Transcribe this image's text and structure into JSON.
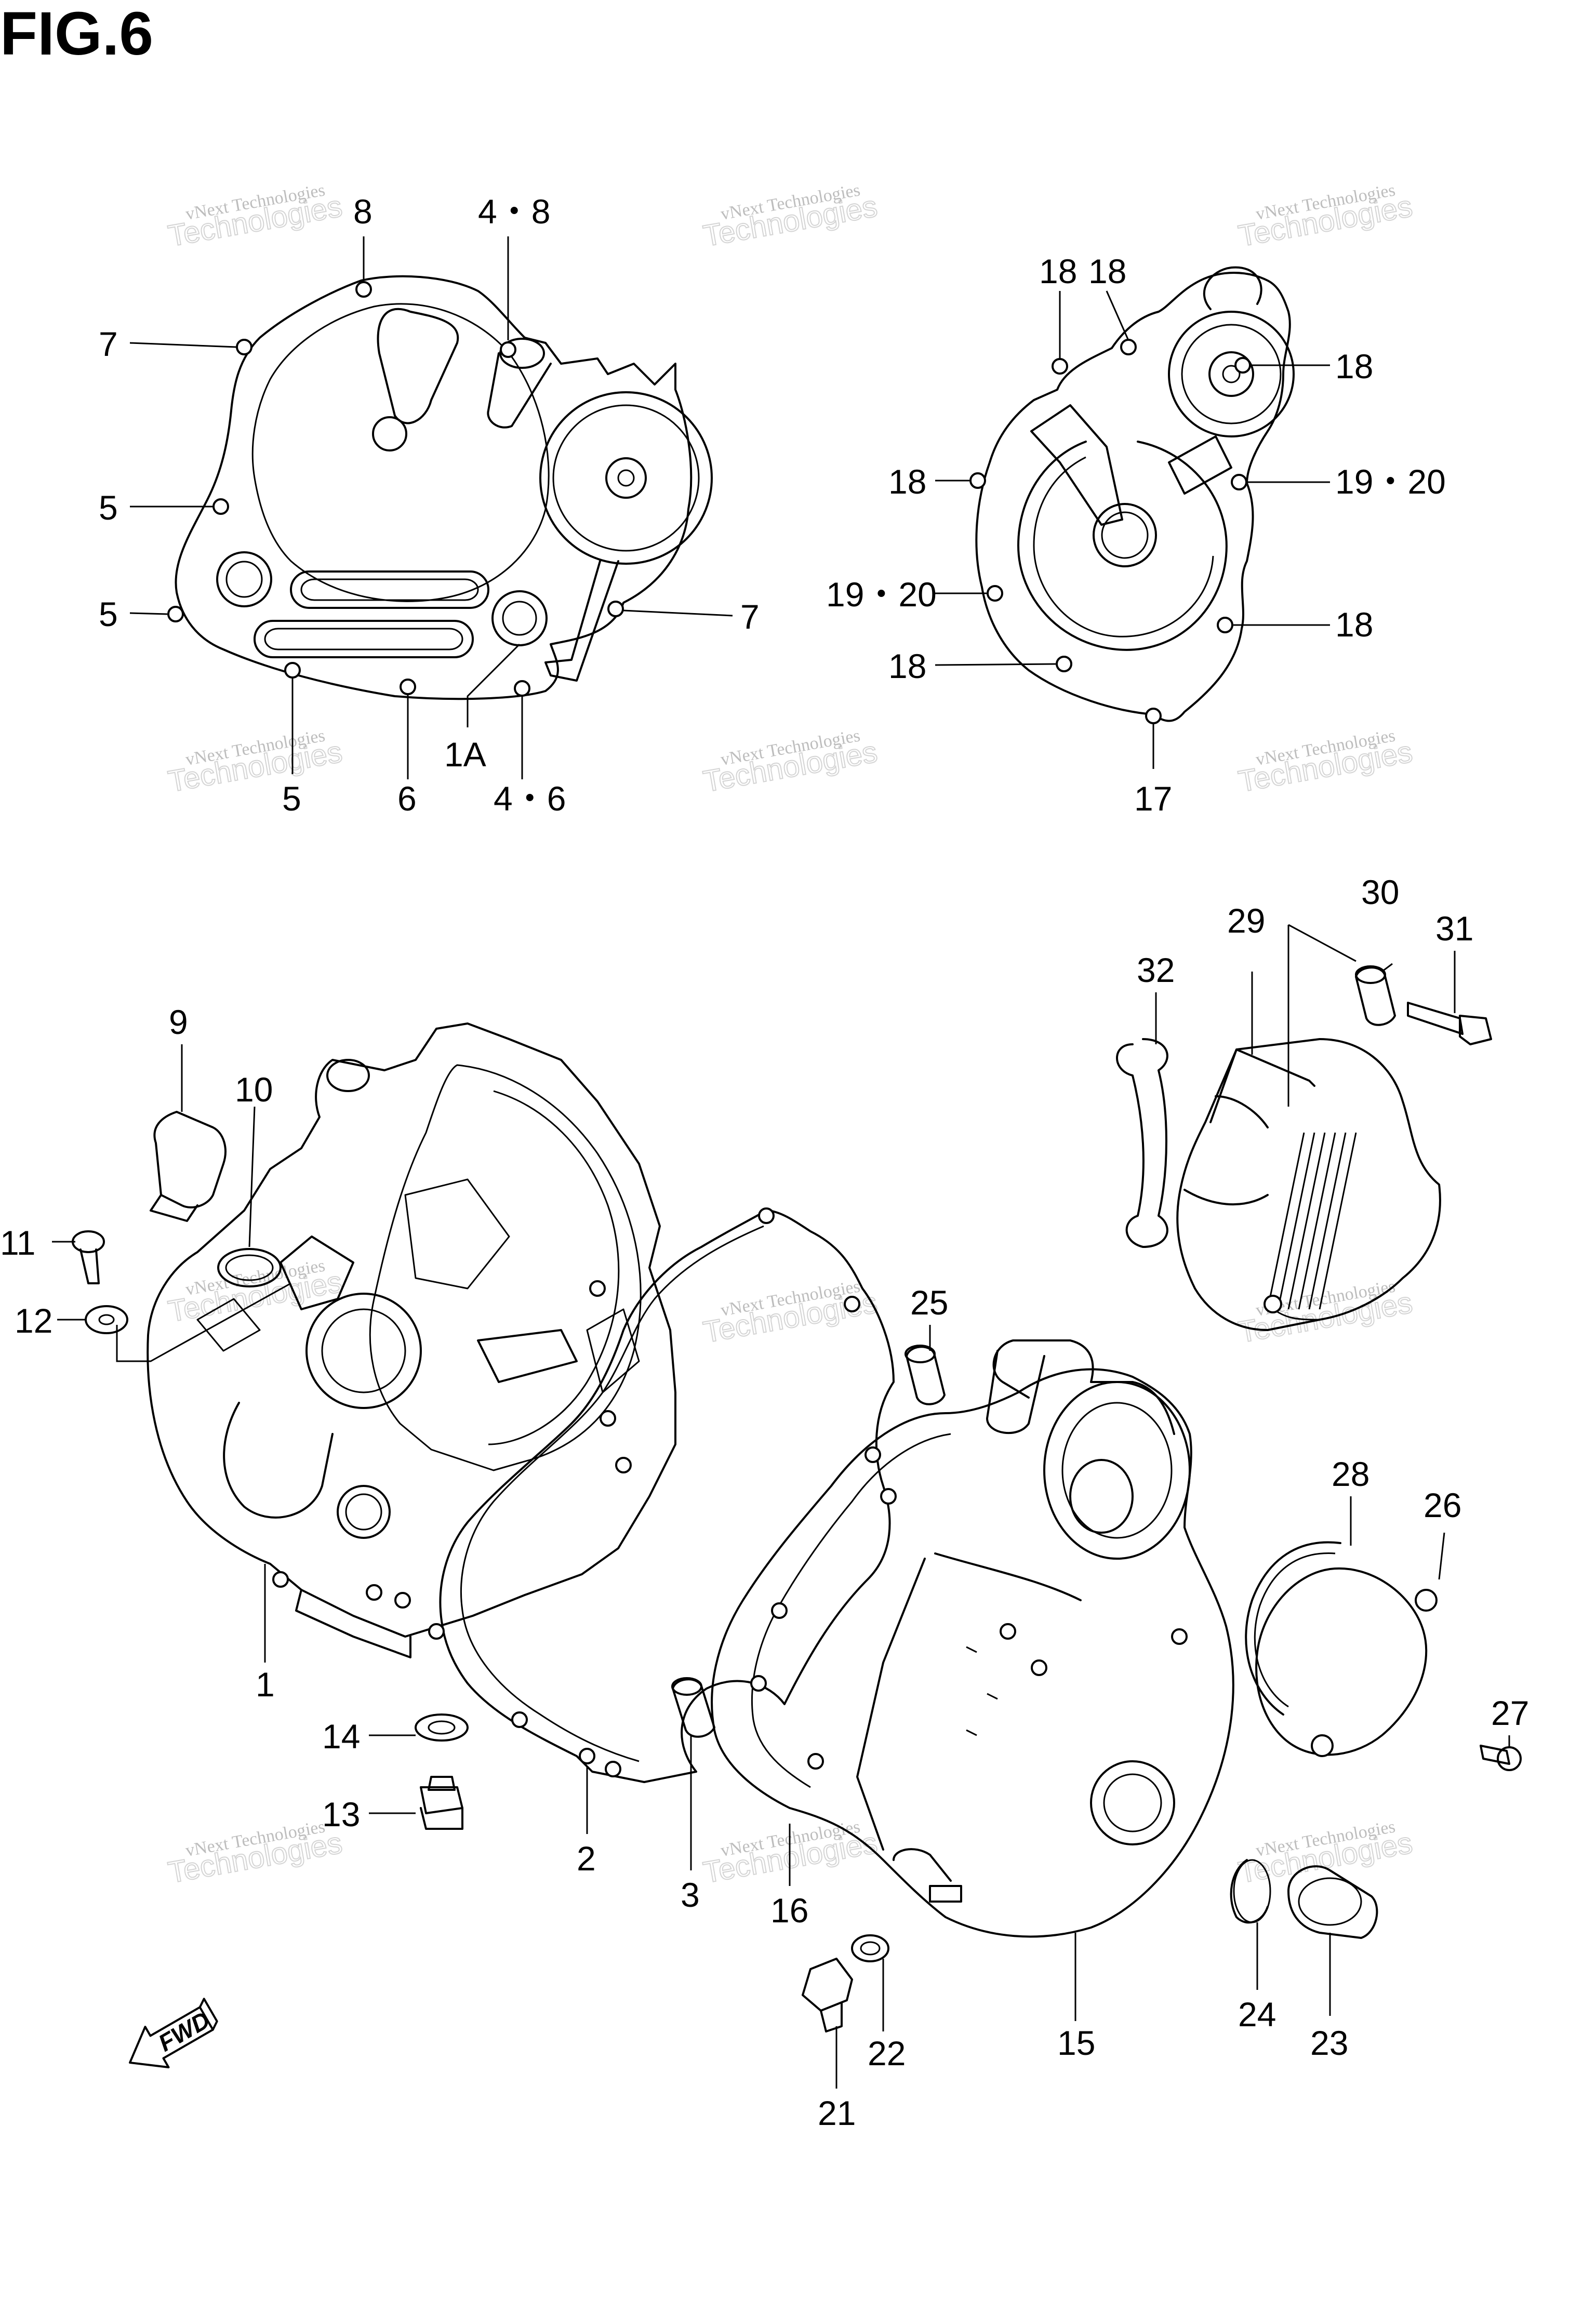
{
  "figure": {
    "title": "FIG.6"
  },
  "watermark": {
    "line1": "vNext Technologies",
    "line2": "Technologies",
    "top": "vNext"
  },
  "fwd_label": "FWD",
  "callouts": {
    "c8": "8",
    "c4_8": "4・8",
    "c7a": "7",
    "c5a": "5",
    "c5b": "5",
    "c7b": "7",
    "c1A": "1A",
    "c5c": "5",
    "c6": "6",
    "c4_6": "4・6",
    "c18a": "18",
    "c18b": "18",
    "c18c": "18",
    "c18d": "18",
    "c19_20a": "19・20",
    "c19_20b": "19・20",
    "c18e": "18",
    "c18f": "18",
    "c17": "17",
    "c30": "30",
    "c29": "29",
    "c31": "31",
    "c32": "32",
    "c9": "9",
    "c10": "10",
    "c11": "11",
    "c12": "12",
    "c25": "25",
    "c1": "1",
    "c28": "28",
    "c26": "26",
    "c27": "27",
    "c14": "14",
    "c13": "13",
    "c2": "2",
    "c3": "3",
    "c16": "16",
    "c24": "24",
    "c23": "23",
    "c22": "22",
    "c21": "21",
    "c15": "15"
  }
}
